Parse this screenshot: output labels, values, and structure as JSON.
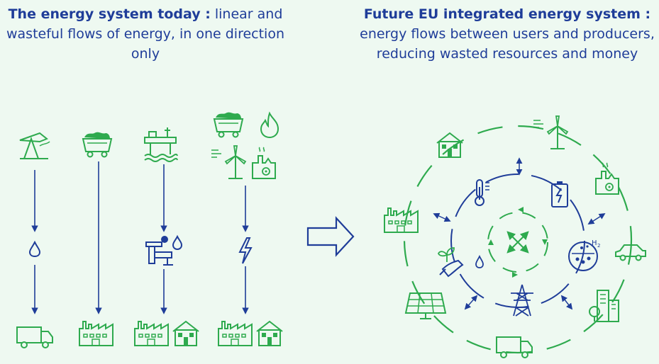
{
  "left": {
    "title_bold": "The energy system today :",
    "title_rest": " linear and wasteful flows of energy, in one direction only"
  },
  "right": {
    "title_bold": "Future EU integrated energy system :",
    "title_rest": " energy flows between users and producers, reducing wasted resources and money"
  },
  "hydrogen_label": "H",
  "hydrogen_sub": "2",
  "colors": {
    "green": "#2eaa4e",
    "blue": "#1f3d99",
    "background": "#eef9f1"
  }
}
